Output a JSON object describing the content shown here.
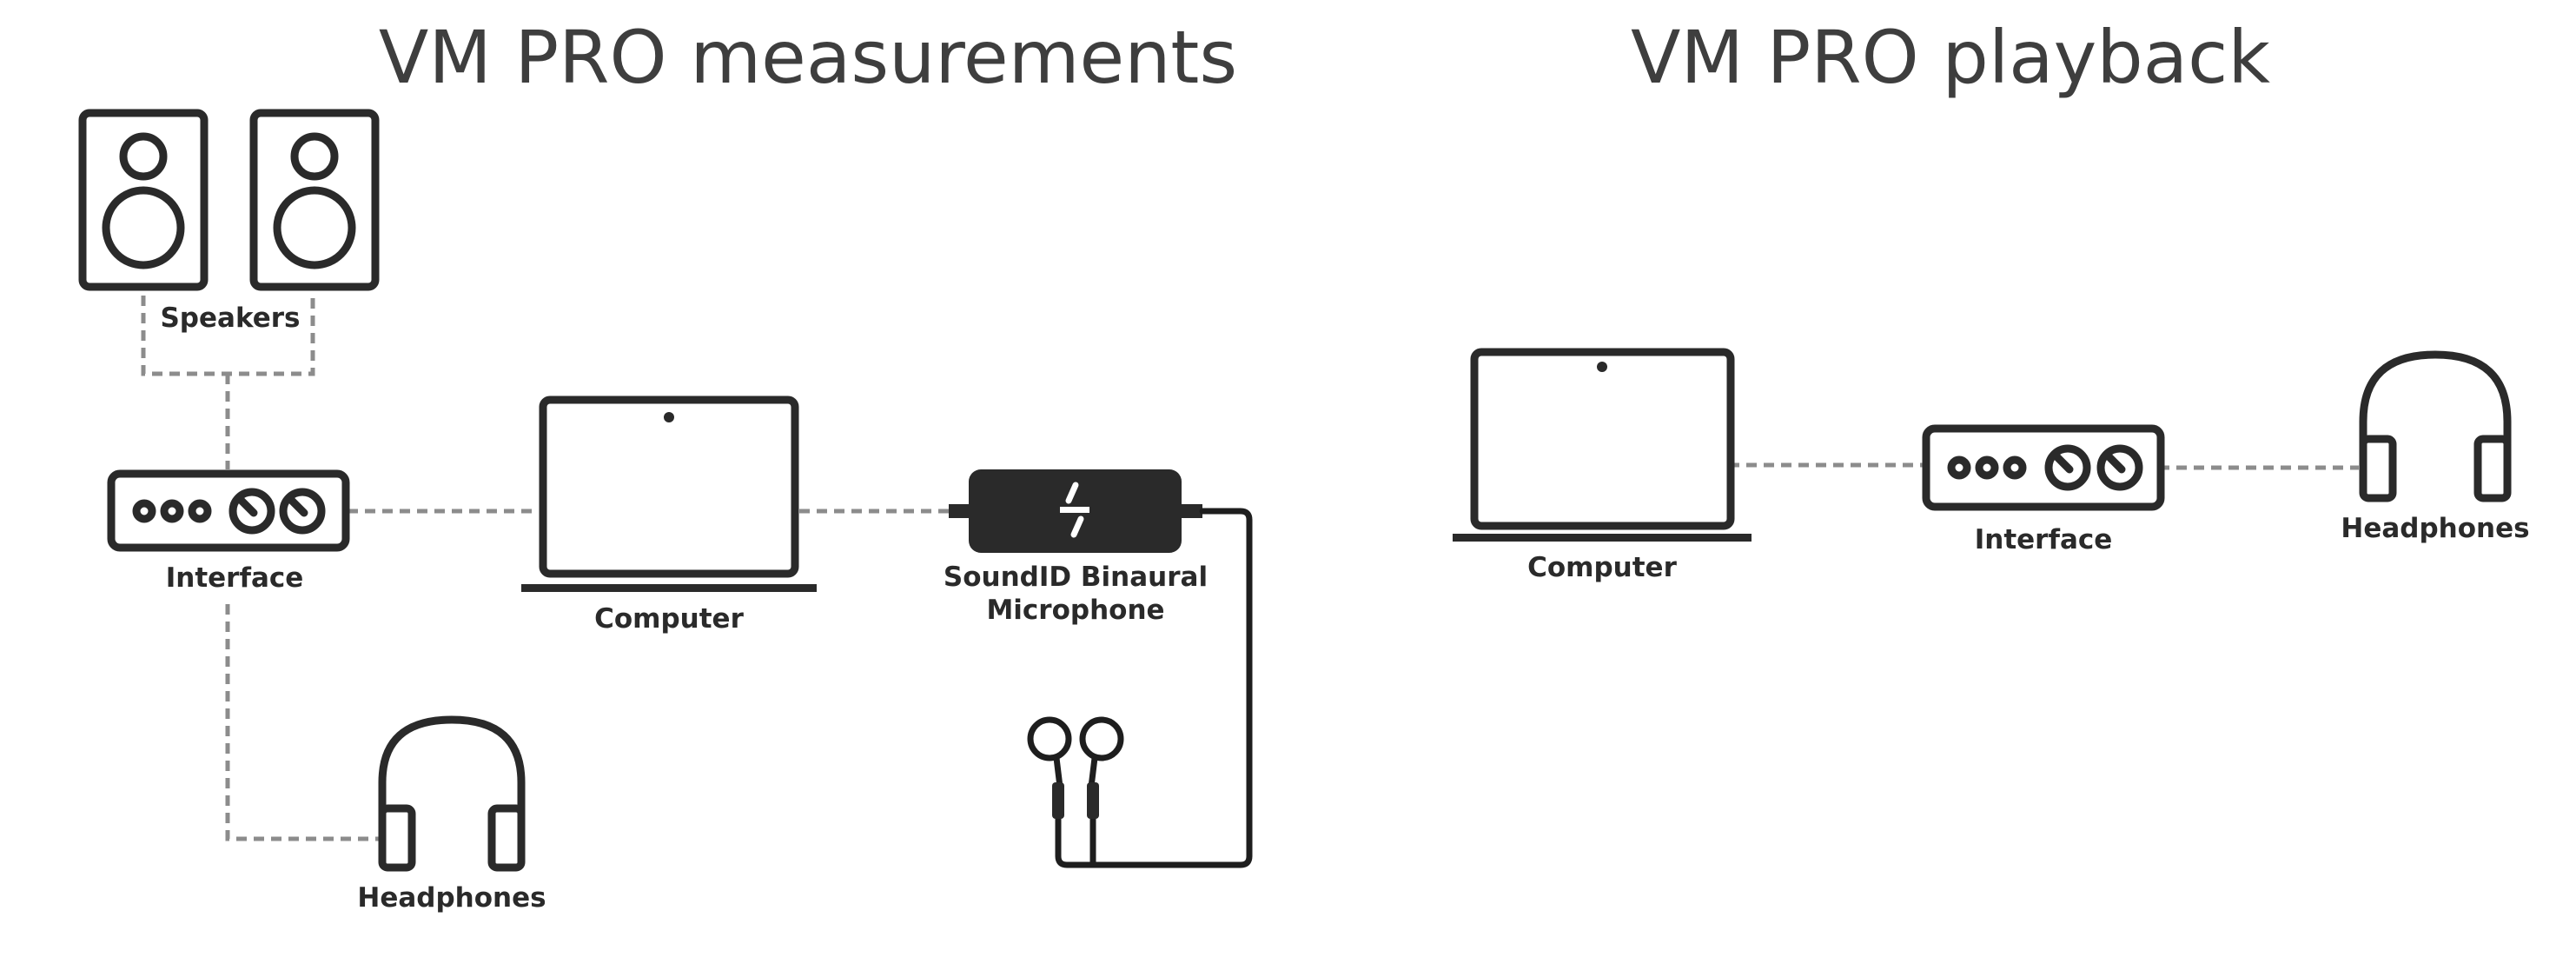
{
  "titles": {
    "measurements": "VM PRO measurements",
    "playback": "VM PRO playback"
  },
  "measurements": {
    "speakers_label": "Speakers",
    "interface_label": "Interface",
    "computer_label": "Computer",
    "mic_label_line1": "SoundID Binaural",
    "mic_label_line2": "Microphone",
    "headphones_label": "Headphones"
  },
  "playback": {
    "computer_label": "Computer",
    "interface_label": "Interface",
    "headphones_label": "Headphones"
  },
  "colors": {
    "stroke": "#2a2a2a",
    "cable": "#8c8c8c",
    "title": "#3e3e3e"
  }
}
